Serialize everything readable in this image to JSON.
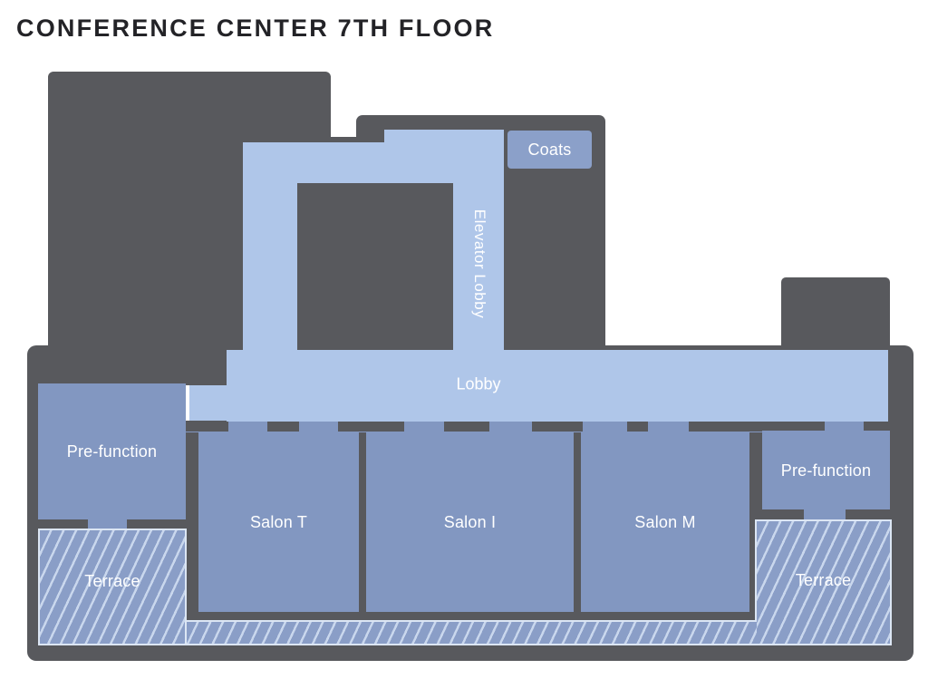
{
  "title": "CONFERENCE CENTER 7TH FLOOR",
  "rooms": {
    "coats": "Coats",
    "elevator_lobby": "Elevator Lobby",
    "lobby": "Lobby",
    "pre_function_left": "Pre-function",
    "pre_function_right": "Pre-function",
    "salon_t": "Salon T",
    "salon_i": "Salon I",
    "salon_m": "Salon M",
    "terrace_left": "Terrace",
    "terrace_right": "Terrace"
  },
  "colors": {
    "wall": "#58595D",
    "circulation": "#AFC6E9",
    "room": "#8297C1",
    "coats": "#8BA0C9",
    "terrace": "#8A9EC7",
    "terrace_stripe": "#C9D7ED",
    "terrace_border": "#DCE6F4",
    "title": "#232327",
    "label_text": "#FFFFFF",
    "background": "#FFFFFF"
  }
}
